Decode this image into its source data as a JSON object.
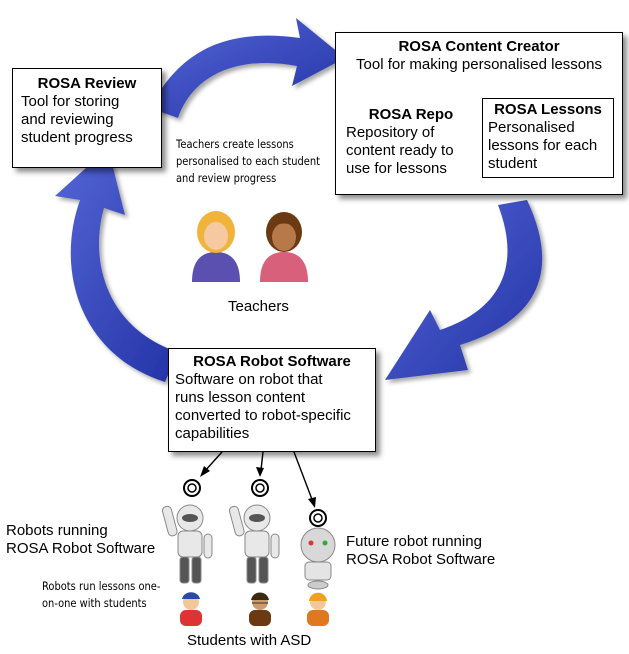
{
  "review": {
    "title": "ROSA Review",
    "lines": [
      "Tool for storing",
      "and reviewing",
      "student progress"
    ]
  },
  "creator": {
    "title": "ROSA Content Creator",
    "subtitle": "Tool for making personalised lessons"
  },
  "repo": {
    "title": "ROSA Repo",
    "lines": [
      "Repository of",
      "content ready to",
      "use for lessons"
    ]
  },
  "lessons": {
    "title": "ROSA Lessons",
    "lines": [
      "Personalised",
      "lessons for each",
      "student"
    ]
  },
  "teachers_note": {
    "lines": [
      "Teachers create lessons",
      "personalised to each student",
      "and review progress"
    ]
  },
  "teachers_label": "Teachers",
  "robot_software": {
    "title": "ROSA Robot Software",
    "lines": [
      "Software on robot that",
      "runs lesson content",
      "converted to robot-specific",
      "capabilities"
    ]
  },
  "robots_label": [
    "Robots running",
    "ROSA Robot Software"
  ],
  "robots_note": [
    "Robots run lessons one-",
    "on-one with students"
  ],
  "future_robot_label": [
    "Future robot running",
    "ROSA Robot Software"
  ],
  "students_label": "Students with ASD",
  "colors": {
    "arrow": "#2f3fb3",
    "arrow_light": "#5566d6",
    "teacher1_hair": "#f0b43a",
    "teacher1_shirt": "#5b4fb0",
    "teacher2_hair": "#6b3a12",
    "teacher2_shirt": "#d9607a"
  },
  "icons": [
    "curved-arrow-icon",
    "teacher-icon",
    "nao-robot-icon",
    "future-robot-icon",
    "student-icon",
    "signal-icon"
  ]
}
